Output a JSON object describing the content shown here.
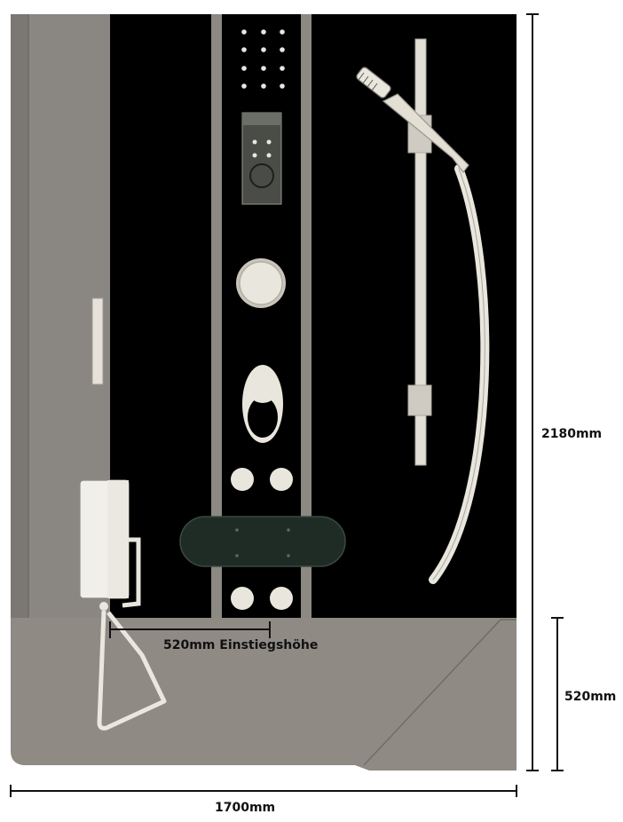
{
  "dimensions": {
    "total_height": "2180mm",
    "tray_height": "520mm",
    "width": "1700mm",
    "entry_height": "520mm Einstiegshöhe"
  },
  "colors": {
    "back_wall": "#000000",
    "door_glass": "#8a8783",
    "door_inner": "#7b7873",
    "tray": "#8f8a84",
    "fixture_light": "#e9e6dd",
    "column_strip": "#8c8882",
    "keypad": "#4a4c47",
    "seat": "#1f2b25",
    "dimension_line": "#111111"
  },
  "icons": {
    "rain_shower": "rain-shower-head-icon",
    "hand_shower": "hand-shower-icon",
    "control_panel": "control-panel-icon",
    "mixer_knob": "mixer-knob-icon",
    "lever": "mixer-lever-icon",
    "jets": "massage-jet-icon",
    "seat": "folding-seat-icon",
    "steam": "steam-generator-icon"
  }
}
